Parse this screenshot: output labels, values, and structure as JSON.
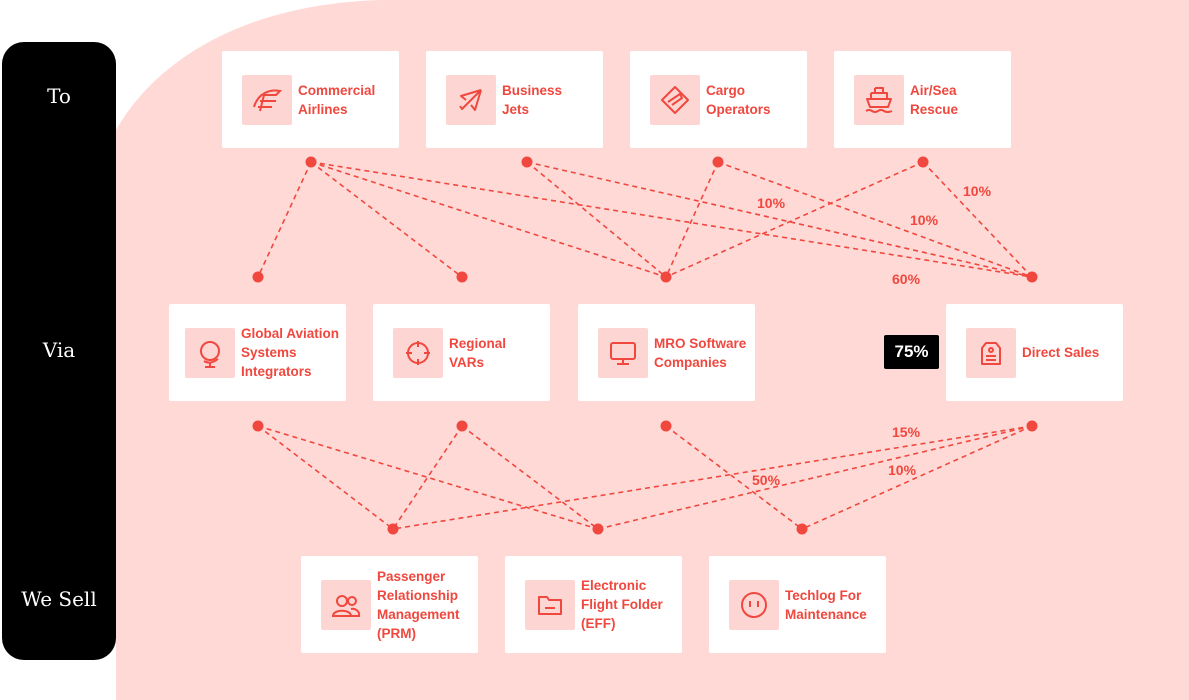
{
  "colors": {
    "accent": "#f0473e",
    "blob": "#ffd9d6",
    "icon_bg": "#fdd6d3",
    "rail": "#000000"
  },
  "rail": {
    "to": "To",
    "via": "Via",
    "we_sell": "We Sell"
  },
  "to_cards": [
    {
      "label": "Commercial\nAirlines",
      "icon": "airline-logo-icon"
    },
    {
      "label": "Business\nJets",
      "icon": "plane-icon"
    },
    {
      "label": "Cargo\nOperators",
      "icon": "cargo-icon"
    },
    {
      "label": "Air/Sea\nRescue",
      "icon": "ship-icon"
    }
  ],
  "via_cards": [
    {
      "label": "Global Aviation\nSystems\nIntegrators",
      "icon": "globe-icon"
    },
    {
      "label": "Regional\nVARs",
      "icon": "crosshair-icon"
    },
    {
      "label": "MRO Software\nCompanies",
      "icon": "monitor-icon"
    },
    {
      "label": "Direct Sales",
      "icon": "tag-icon"
    }
  ],
  "sell_cards": [
    {
      "label": "Passenger\nRelationship\nManagement\n(PRM)",
      "icon": "users-icon"
    },
    {
      "label": "Electronic\nFlight Folder\n(EFF)",
      "icon": "folder-icon"
    },
    {
      "label": "Techlog For\nMaintenance",
      "icon": "outlet-icon"
    }
  ],
  "percentages": {
    "top_a": "10%",
    "top_b": "10%",
    "top_c": "10%",
    "top_d": "60%",
    "bottom_a": "15%",
    "bottom_b": "10%",
    "bottom_c": "50%"
  },
  "badge": "75%"
}
